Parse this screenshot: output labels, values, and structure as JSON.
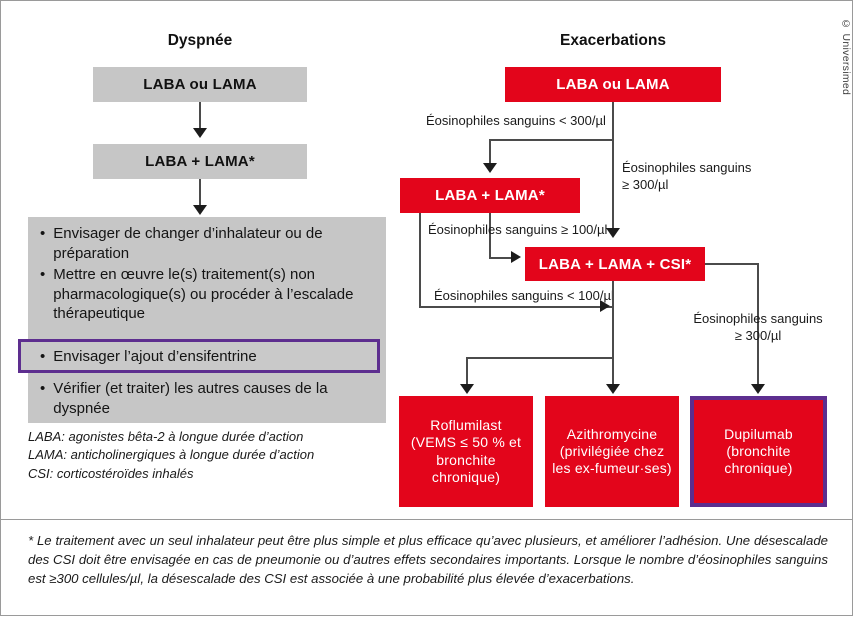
{
  "figure": {
    "copyright": "© Universimed"
  },
  "columns": {
    "left_title": "Dyspnée",
    "right_title": "Exacerbations"
  },
  "left_flow": {
    "step1": "LABA ou LAMA",
    "step2": "LABA + LAMA*",
    "bullets": [
      "Envisager de changer d’inhalateur ou de préparation",
      "Mettre en œuvre le(s) traitement(s) non pharmacologique(s) ou procéder à l’escalade thérapeutique"
    ],
    "highlight_bullet": "Envisager l’ajout d’ensifentrine",
    "bullets_after": [
      "Vérifier (et traiter) les autres causes de la dyspnée"
    ],
    "bullet_marker": "•"
  },
  "legend": [
    "LABA: agonistes bêta-2 à longue durée d’action",
    "LAMA: anticholinergiques à longue durée d’action",
    "CSI: corticostéroïdes inhalés"
  ],
  "right_flow": {
    "step1": "LABA ou LAMA",
    "step2": "LABA + LAMA*",
    "step3": "LABA + LAMA + CSI*",
    "edge_labels": {
      "eos_lt_300": "Éosinophiles sanguins < 300/µl",
      "eos_ge_300_top_l1": "Éosinophiles sanguins",
      "eos_ge_300_top_l2": "≥ 300/µl",
      "eos_ge_100": "Éosinophiles sanguins ≥ 100/µl",
      "eos_lt_100": "Éosinophiles sanguins < 100/µl",
      "eos_ge_300_right_l1": "Éosinophiles sanguins",
      "eos_ge_300_right_l2": "≥ 300/µl"
    },
    "outcomes": [
      "Roflumilast\n(VEMS ≤ 50 % et\nbronchite\nchronique)",
      "Azithromycine\n(privilégiée chez\nles ex-fumeur·ses)",
      "Dupilumab\n(bronchite\nchronique)"
    ]
  },
  "footnote": "* Le traitement avec un seul inhalateur peut être plus simple et plus efficace qu’avec plusieurs, et améliorer l’adhésion. Une désescalade des CSI doit être envisagée en cas de pneumonie ou d’autres effets secondaires importants. Lorsque le nombre d’éosinophiles sanguins est ≥300 cellules/µl, la désescalade des CSI est associée à une probabilité plus élevée d’exacerbations.",
  "colors": {
    "red": "#e3051b",
    "gray": "#c6c6c6",
    "purple": "#5d2e8f",
    "connector": "#4b4b4b"
  }
}
